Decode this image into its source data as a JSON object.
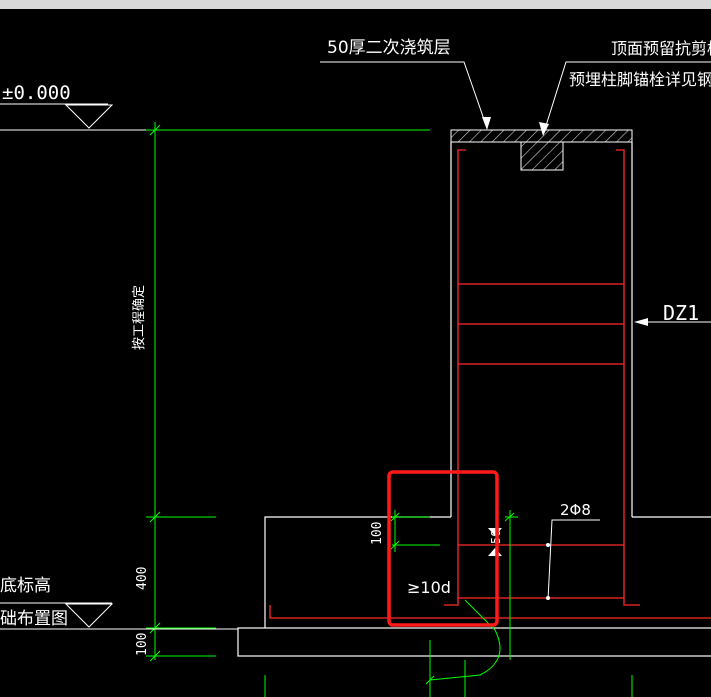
{
  "colors": {
    "background": "#000000",
    "outline": "#ffffff",
    "rebar": "#ff2a2a",
    "dimension": "#00ff00",
    "highlight": "#ff1a1a",
    "hatch_fill": "#d0d0d0"
  },
  "labels": {
    "elevation_top": "±0.000",
    "grout_layer": "50厚二次浇筑层",
    "shear_slot": "顶面预留抗剪槽",
    "anchor_bolt_note": "预埋柱脚锚栓详见钢构图",
    "column_mark": "DZ1",
    "height_note": "按工程确定",
    "bottom_elev_line1": "底标高",
    "bottom_elev_line2": "础布置图",
    "rebar_spec": "2Φ8",
    "anchor_length": "≥10d"
  },
  "dimensions": {
    "dim_100_upper": "100",
    "dim_400": "400",
    "dim_100_lower": "100",
    "dim_50": "50"
  }
}
